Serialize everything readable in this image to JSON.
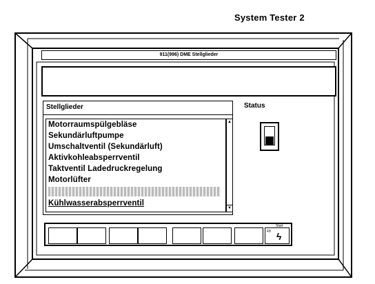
{
  "brand": "System Tester 2",
  "window": {
    "title": "911(996) DME Stellglieder"
  },
  "list": {
    "header": "Stellglieder",
    "items": [
      "Motorraumspülgebläse",
      "Sekundärluftpumpe",
      "Umschaltventil (Sekundärluft)",
      "Aktivkohleabsperrventil",
      "Taktventil Ladedruckregelung",
      "Motorlüfter",
      "",
      "Kühlwasserabsperrventil"
    ],
    "selected_index": 7
  },
  "status": {
    "label": "Status"
  },
  "fkeys": {
    "f8_caption": "Start",
    "f8_key": "F8",
    "f8_icon": "lightning-icon"
  },
  "icons": {
    "scroll_up": "▲",
    "scroll_down": "▼"
  }
}
